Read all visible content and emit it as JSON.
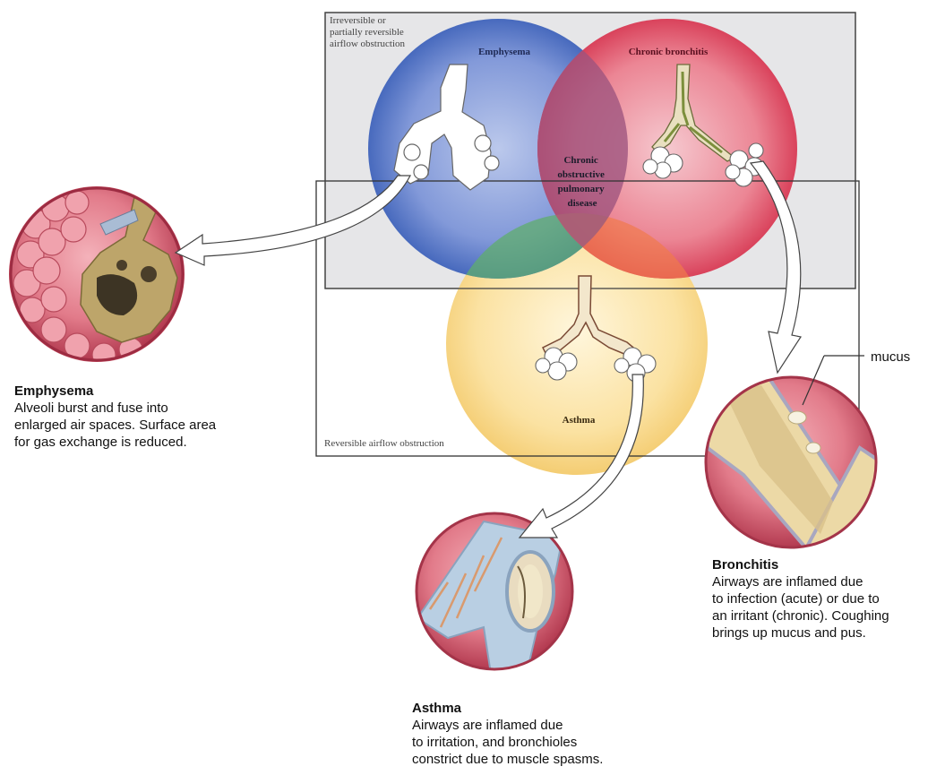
{
  "regions": {
    "irreversible": [
      "Irreversible or",
      "partially reversible",
      "airflow obstruction"
    ],
    "reversible": "Reversible airflow obstruction"
  },
  "venn": {
    "emphysema": "Emphysema",
    "chronic_bronchitis": "Chronic bronchitis",
    "asthma": "Asthma",
    "overlap": [
      "Chronic",
      "obstructive",
      "pulmonary",
      "disease"
    ]
  },
  "labels": {
    "mucus": "mucus"
  },
  "captions": {
    "emphysema": {
      "title": "Emphysema",
      "lines": [
        "Alveoli burst and fuse into",
        "enlarged air spaces. Surface area",
        "for gas exchange is reduced."
      ]
    },
    "bronchitis": {
      "title": "Bronchitis",
      "lines": [
        "Airways are inflamed due",
        "to infection (acute) or due to",
        "an irritant (chronic). Coughing",
        "brings  up mucus and pus."
      ]
    },
    "asthma": {
      "title": "Asthma",
      "lines": [
        "Airways are inflamed due",
        "to irritation, and bronchioles",
        "constrict due to muscle spasms."
      ]
    }
  },
  "colors": {
    "emphysema_circle": "#4a72c4",
    "bronchitis_circle": "#e2455e",
    "asthma_circle": "#f7d98a",
    "tissue_pink": "#d9556b",
    "panel_gray": "#e6e6e8"
  }
}
